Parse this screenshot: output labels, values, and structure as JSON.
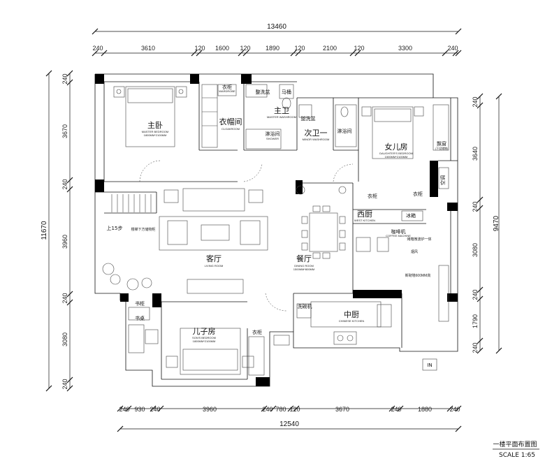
{
  "dimensions": {
    "top_total": "13460",
    "top_segments": [
      "240",
      "3610",
      "120",
      "1600",
      "120",
      "1890",
      "120",
      "2100",
      "120",
      "3300",
      "240"
    ],
    "bottom_total": "12540",
    "bottom_segments": [
      "240",
      "930",
      "240",
      "3960",
      "240",
      "780",
      "120",
      "3670",
      "240",
      "1880",
      "240"
    ],
    "left_total": "11670",
    "left_segments": [
      "240",
      "3670",
      "240",
      "3960",
      "240",
      "3080",
      "240"
    ],
    "right_total": "9470",
    "right_segments": [
      "240",
      "3640",
      "240",
      "3080",
      "240",
      "1790",
      "240"
    ]
  },
  "rooms": {
    "master_bedroom": {
      "name": "主卧",
      "en": "MASTER BEDROOM",
      "size": "1800MM*2100MM"
    },
    "cloakroom": {
      "name": "衣帽间",
      "en": "CLOAKROOM"
    },
    "master_washroom": {
      "name": "主卫",
      "en": "MASTER WASHROOM"
    },
    "minor_washroom": {
      "name": "次卫一",
      "en": "MINOR WASHROOM"
    },
    "daughter_bedroom": {
      "name": "女儿房",
      "en": "DAUGHTER'S BEDROOM",
      "size": "1500MM*2100MM"
    },
    "west_kitchen": {
      "name": "西厨",
      "en": "WEST KITCHEN"
    },
    "living_room": {
      "name": "客厅",
      "en": "LIVING ROOM"
    },
    "dining_room": {
      "name": "餐厅",
      "en": "DINING ROOM",
      "size": "1500MM*800MM"
    },
    "son_bedroom": {
      "name": "儿子房",
      "en": "SON'S BEDROOM",
      "size": "1800MM*2100MM"
    },
    "chinese_kitchen": {
      "name": "中厨",
      "en": "CHINESE KITCHEN"
    }
  },
  "labels": {
    "wardrobe": "衣柜",
    "wardrobe_en": "WARDROBE",
    "washbasin": "整洗盆",
    "toilet": "马桶",
    "shower": "淋浴间",
    "shower_en": "SHOWER",
    "washbasin2": "盥洗盆",
    "shower2": "淋浴间",
    "bay_window": "飘窗",
    "bay_window_sub": "(下设储物)",
    "ac": "空调",
    "stairs": "上15步",
    "storage_under_stairs": "楼梯下方储物柜",
    "wardrobe2": "衣柜",
    "wardrobe3": "衣柜",
    "ice": "冰箱",
    "coffee": "咖啡机",
    "coffee_en": "COFFEE MACHINE",
    "oven": "烤箱微波炉一体",
    "hood": "烟风",
    "new_wall": "新砌墙600MM高",
    "washer": "洗碗机",
    "bookcase": "书柜",
    "desk": "书桌",
    "wardrobe4": "衣柜",
    "entry": "IN"
  },
  "title": {
    "main": "一楼平面布置图",
    "scale": "SCALE 1:65"
  }
}
